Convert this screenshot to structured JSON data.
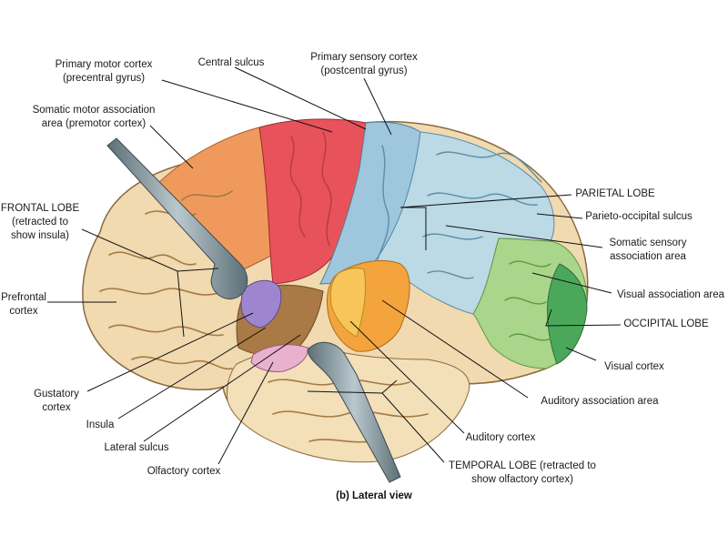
{
  "labels": {
    "primary_motor_1": "Primary motor cortex",
    "primary_motor_2": "(precentral gyrus)",
    "central_sulcus": "Central sulcus",
    "primary_sensory_1": "Primary sensory cortex",
    "primary_sensory_2": "(postcentral gyrus)",
    "somatic_motor_assoc_1": "Somatic motor association",
    "somatic_motor_assoc_2": "area (premotor cortex)",
    "frontal_lobe_1": "FRONTAL LOBE",
    "frontal_lobe_2": "(retracted to",
    "frontal_lobe_3": "show insula)",
    "prefrontal_1": "Prefrontal",
    "prefrontal_2": "cortex",
    "gustatory_1": "Gustatory",
    "gustatory_2": "cortex",
    "insula": "Insula",
    "lateral_sulcus": "Lateral sulcus",
    "olfactory": "Olfactory cortex",
    "temporal_lobe_1": "TEMPORAL LOBE (retracted to",
    "temporal_lobe_2": "show olfactory cortex)",
    "auditory_cortex": "Auditory cortex",
    "auditory_assoc": "Auditory association area",
    "visual_cortex": "Visual cortex",
    "occipital_lobe": "OCCIPITAL LOBE",
    "visual_assoc": "Visual association area",
    "somatic_sensory_assoc_1": "Somatic sensory",
    "somatic_sensory_assoc_2": "association area",
    "parieto_occipital": "Parieto-occipital sulcus",
    "parietal_lobe": "PARIETAL LOBE"
  },
  "caption": "(b) Lateral view",
  "colors": {
    "background": "#ffffff",
    "frontal_tan": "#f1d9b0",
    "premotor_orange": "#ef9a5c",
    "primary_motor_red": "#e8525a",
    "primary_sensory_blue": "#9ec6dc",
    "parietal_blue": "#bcd9e6",
    "visual_assoc_green": "#a9d68a",
    "visual_cortex_green": "#4ba85a",
    "auditory_orange": "#f3a43c",
    "temporal_tan": "#f3dfb8",
    "insula_purple": "#9e86cf",
    "olfactory_pink": "#e8b2cf",
    "retractor_gray": "#7a8e95"
  }
}
